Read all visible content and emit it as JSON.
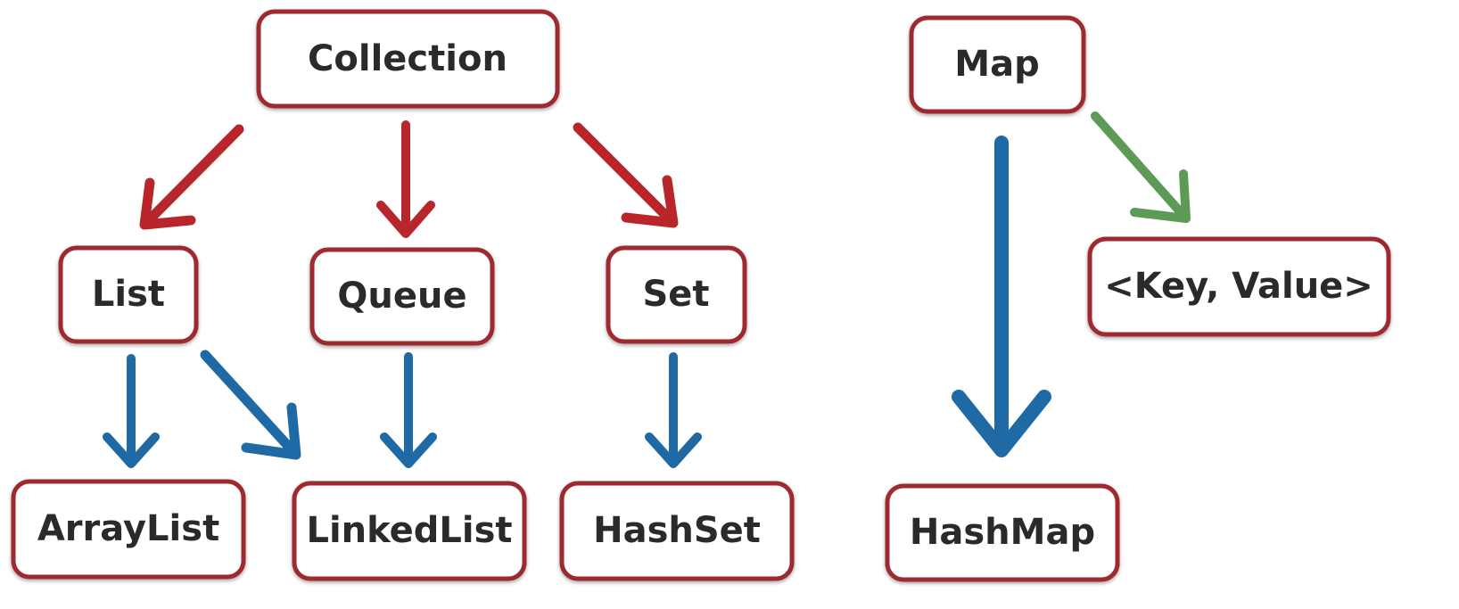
{
  "colors": {
    "box_border": "#9e2a2f",
    "text": "#2a2a2a",
    "arrow_red": "#b8262c",
    "arrow_blue": "#1f6aa5",
    "arrow_green": "#5c9a55"
  },
  "nodes": {
    "collection": "Collection",
    "map": "Map",
    "list": "List",
    "queue": "Queue",
    "set": "Set",
    "key_value": "<Key, Value>",
    "arraylist": "ArrayList",
    "linkedlist": "LinkedList",
    "hashset": "HashSet",
    "hashmap": "HashMap"
  },
  "edges": [
    {
      "from": "collection",
      "to": "list",
      "color": "arrow_red"
    },
    {
      "from": "collection",
      "to": "queue",
      "color": "arrow_red"
    },
    {
      "from": "collection",
      "to": "set",
      "color": "arrow_red"
    },
    {
      "from": "list",
      "to": "arraylist",
      "color": "arrow_blue"
    },
    {
      "from": "list",
      "to": "linkedlist",
      "color": "arrow_blue"
    },
    {
      "from": "queue",
      "to": "linkedlist",
      "color": "arrow_blue"
    },
    {
      "from": "set",
      "to": "hashset",
      "color": "arrow_blue"
    },
    {
      "from": "map",
      "to": "hashmap",
      "color": "arrow_blue"
    },
    {
      "from": "map",
      "to": "key_value",
      "color": "arrow_green"
    }
  ]
}
